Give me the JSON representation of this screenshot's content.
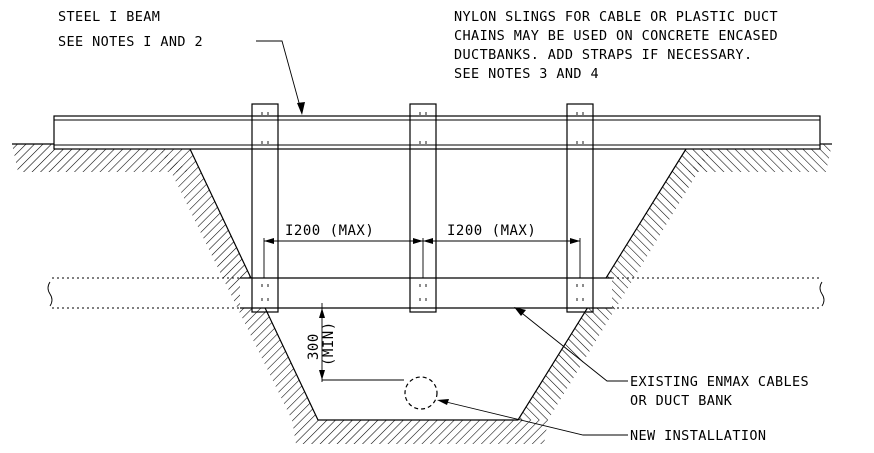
{
  "labels": {
    "steel_beam_line1": "STEEL I BEAM",
    "steel_beam_line2": "SEE NOTES I AND 2",
    "nylon_line1": "NYLON SLINGS FOR CABLE OR PLASTIC DUCT",
    "nylon_line2": "CHAINS MAY BE USED ON CONCRETE ENCASED",
    "nylon_line3": "DUCTBANKS. ADD STRAPS IF NECESSARY.",
    "nylon_line4": "SEE NOTES 3 AND 4",
    "existing_line1": "EXISTING ENMAX CABLES",
    "existing_line2": "OR DUCT BANK",
    "new_installation": "NEW INSTALLATION"
  },
  "dimensions": {
    "span_left": "I200 (MAX)",
    "span_right": "I200 (MAX)",
    "clearance": "300",
    "clearance_qualifier": "(MIN)"
  }
}
